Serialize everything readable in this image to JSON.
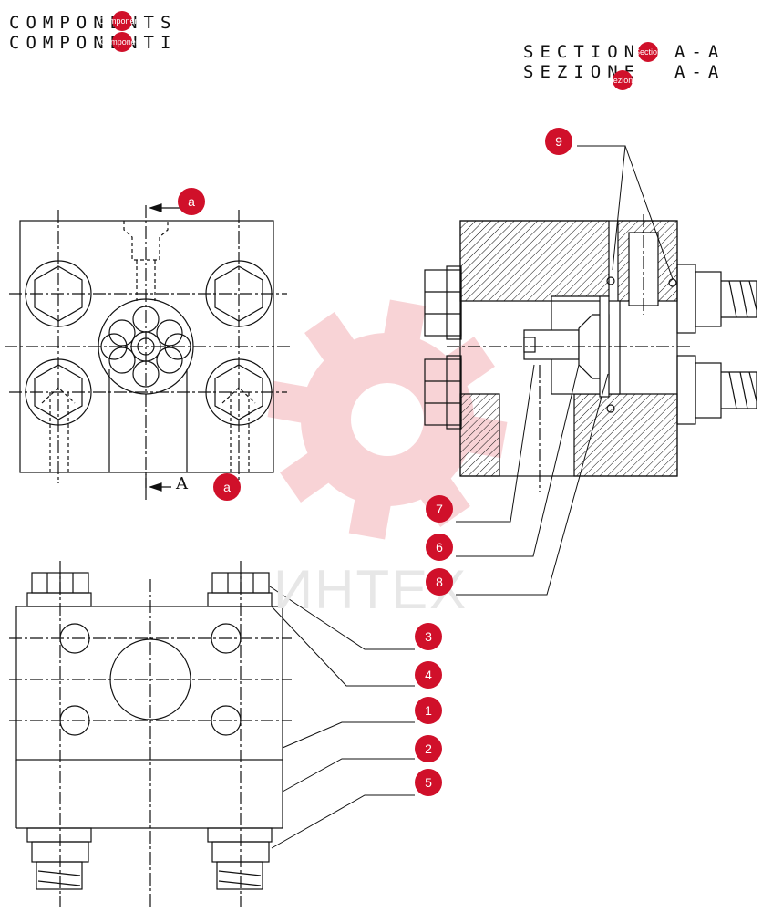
{
  "titles": {
    "components_en": "COMPONENTS",
    "components_it": "COMPONENTI",
    "section_en": "SECTION  A-A",
    "section_it": "SEZIONE  A-A"
  },
  "section_marker": "A",
  "watermark_text": "ИНТЕХ",
  "hotspots": {
    "comp_en": "Components",
    "comp_it": "Componenti",
    "sec_en": "Section",
    "sec_it": "Sezione",
    "a_top": "a",
    "a_bottom": "a"
  },
  "callouts": [
    "1",
    "2",
    "3",
    "4",
    "5",
    "6",
    "7",
    "8",
    "9"
  ],
  "colors": {
    "badge": "#d0102a",
    "line": "#111111",
    "watermark": "#f7c9cd"
  }
}
